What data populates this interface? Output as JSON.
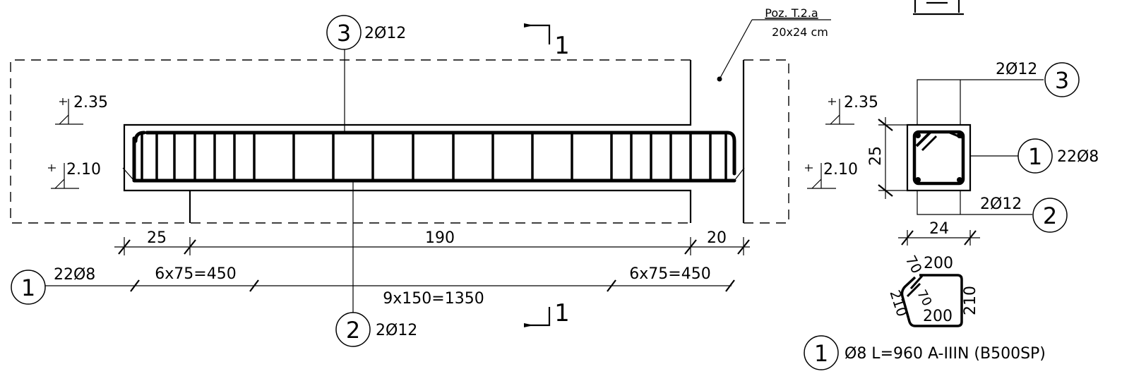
{
  "beam": {
    "bar3_id": "3",
    "bar3_label": "2Ø12",
    "bar2_id": "2",
    "bar2_label": "2Ø12",
    "bar1_id": "1",
    "bar1_label": "22Ø8",
    "pos_ref": "Poz. T.2.a",
    "pos_size": "20x24 cm",
    "level_top": "2.35",
    "level_bottom": "2.10",
    "section_mark": "1",
    "dim_left": "25",
    "dim_mid": "190",
    "dim_right": "20",
    "spacing_left": "6x75=450",
    "spacing_mid": "9x150=1350",
    "spacing_right": "6x75=450"
  },
  "section": {
    "bar3_id": "3",
    "bar3_label": "2Ø12",
    "bar1_id": "1",
    "bar1_label": "22Ø8",
    "bar2_id": "2",
    "bar2_label": "2Ø12",
    "level_top": "2.35",
    "level_bottom": "2.10",
    "height": "25",
    "width": "24"
  },
  "stirrup": {
    "hook": "70",
    "hook2": "70",
    "top": "200",
    "bottom": "200",
    "left": "210",
    "right": "210",
    "bar_id": "1",
    "spec": "Ø8 L=960  A-IIIN (B500SP)"
  }
}
